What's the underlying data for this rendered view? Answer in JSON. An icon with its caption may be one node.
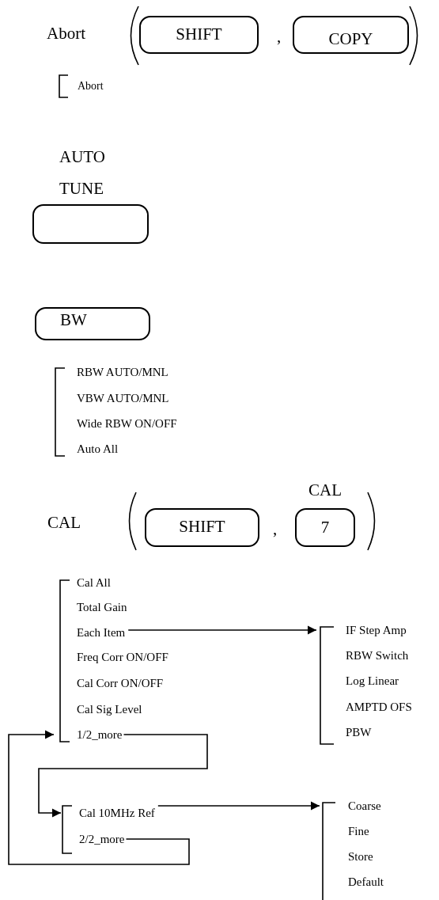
{
  "diagram": {
    "nodes": [
      {
        "text": [
          "SHIFT"
        ]
      },
      {
        "text": [
          "COPY"
        ]
      },
      {
        "text": [
          "AUTO TUNE"
        ]
      },
      {
        "text": [
          "BW"
        ]
      },
      {
        "text": [
          "SHIFT"
        ]
      },
      {
        "text": [
          "CAL",
          "7"
        ]
      },
      {
        "text": [
          "Each Item"
        ]
      },
      {
        "text": [
          "IF Step Amp"
        ]
      },
      {
        "text": [
          "1/2_more"
        ]
      },
      {
        "text": [
          "Cal 10MHz Ref"
        ]
      },
      {
        "text": [
          "2/2_more"
        ]
      },
      {
        "text": [
          "Coarse"
        ]
      }
    ],
    "edges": [
      {
        "from": 6,
        "to": 7,
        "arrow": "to"
      },
      {
        "from": 8,
        "to": 9,
        "arrow": "to"
      },
      {
        "from": 10,
        "to": 8,
        "arrow": "to"
      },
      {
        "from": 9,
        "to": 11,
        "arrow": "to"
      }
    ],
    "labels": [
      "Abort",
      ",",
      "Abort",
      "RBW AUTO/MNL",
      "VBW AUTO/MNL",
      "Wide RBW ON/OFF",
      "Auto All",
      "CAL",
      ",",
      "Cal All",
      "Total Gain",
      "Freq Corr ON/OFF",
      "Cal Corr ON/OFF",
      "Cal Sig Level",
      "RBW Switch",
      "Log Linear",
      "AMPTD OFS",
      "PBW",
      "Fine",
      "Store",
      "Default"
    ]
  }
}
